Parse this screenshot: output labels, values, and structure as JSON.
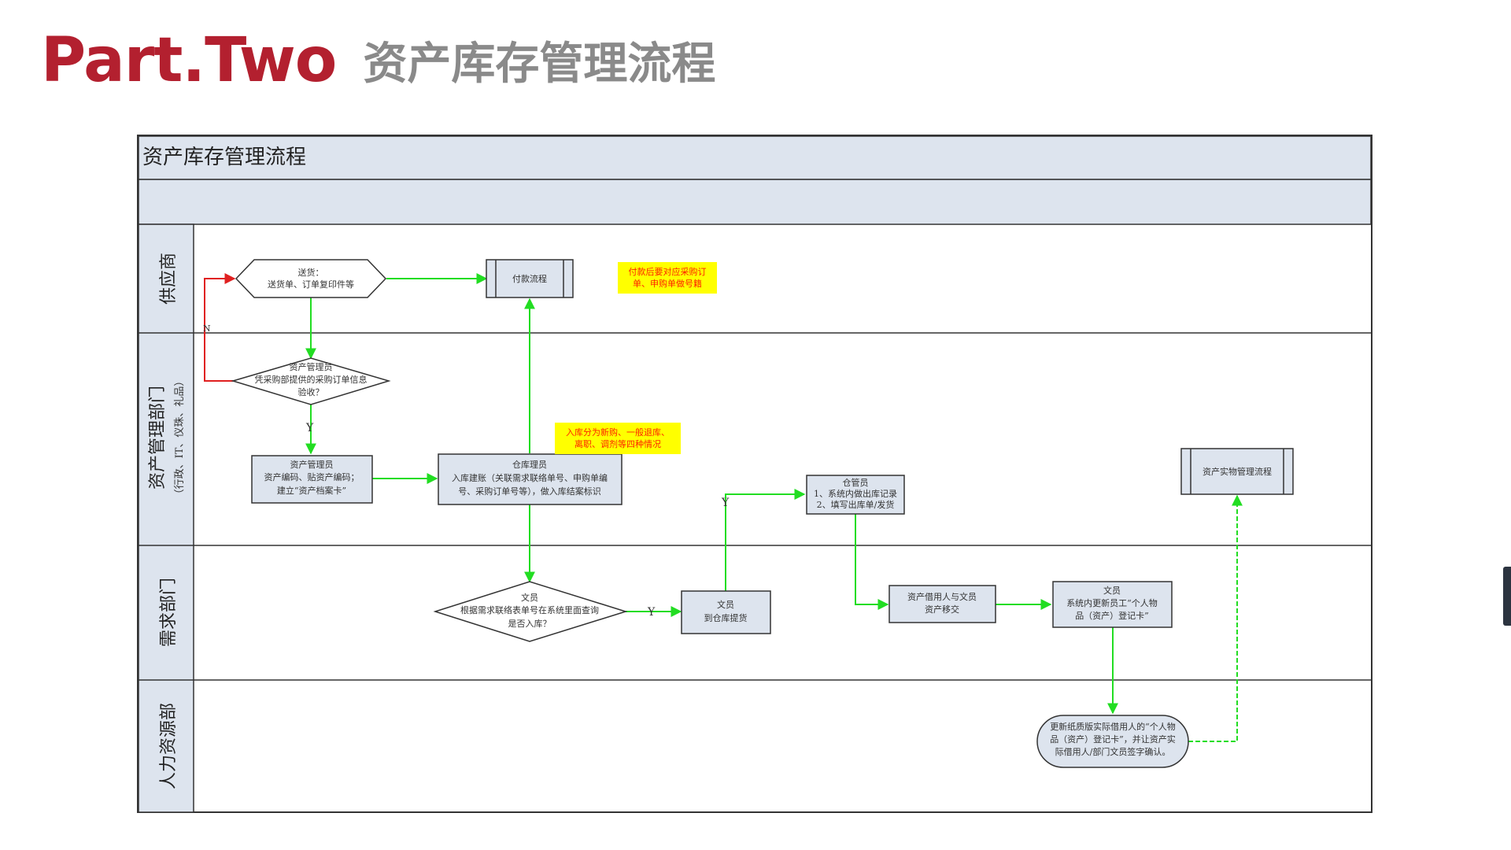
{
  "slide": {
    "part_label": "Part.Two",
    "subtitle": "资产库存管理流程"
  },
  "diagram": {
    "title": "资产库存管理流程",
    "lanes": [
      {
        "label": "供应商",
        "sublabel": ""
      },
      {
        "label": "资产管理部门",
        "sublabel": "（行政、IT、仪珠、礼品）"
      },
      {
        "label": "需求部门",
        "sublabel": ""
      },
      {
        "label": "人力资源部",
        "sublabel": ""
      }
    ],
    "nodes": {
      "deliver": [
        "送货：",
        "送货单、订单复印件等"
      ],
      "payment": [
        "付款流程"
      ],
      "note_payment": [
        "付款后要对应采购订",
        "单、申购单做号籍"
      ],
      "inspect": [
        "资产管理员",
        "凭采购部提供的采购订单信息",
        "验收？"
      ],
      "assign_code": [
        "资产管理员",
        "资产编码、贴资产编码；",
        "建立“资产档案卡”"
      ],
      "warehouse_in": [
        "仓库理员",
        "入库建账（关联需求联络单号、申购单编",
        "号、采购订单号等），做入库结案标识"
      ],
      "note_inbound": [
        "入库分为新购、一般退库、",
        "离职、调剂等四种情况"
      ],
      "warehouse_out": [
        "仓管员",
        "1、系统内做出库记录",
        "2、填写出库单/发货"
      ],
      "asset_mgmt": [
        "资产实物管理流程"
      ],
      "clerk_check": [
        "文员",
        "根据需求联络表单号在系统里面查询",
        "是否入库？"
      ],
      "clerk_pickup": [
        "文员",
        "到仓库提货"
      ],
      "handover": [
        "资产借用人与文员",
        "资产移交"
      ],
      "update_card": [
        "文员",
        "系统内更新员工“个人物",
        "品（资产）登记卡”"
      ],
      "hr_update": [
        "更新纸质版实际借用人的“个人物",
        "品（资产）登记卡”，并让资产实",
        "际借用人/部门文员签字确认。"
      ]
    },
    "edge_labels": {
      "no": "N",
      "yes_inspect": "Y",
      "yes_clerk": "Y",
      "yes_pickup": "Y"
    }
  },
  "colors": {
    "brand": "#b3202f",
    "subtitle": "#8a8a8a",
    "lane_header_fill": "#dde4ee",
    "flow_arrow": "#22dd22",
    "reject_arrow": "#e02020",
    "note_fill": "#ffff00",
    "note_text": "#ff2200"
  }
}
